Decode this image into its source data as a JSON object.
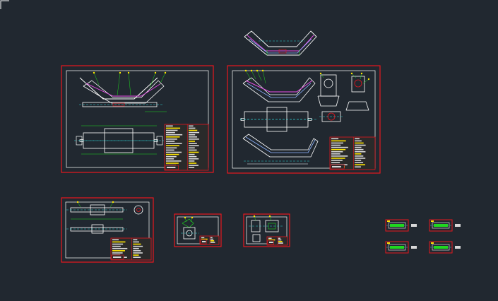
{
  "viewport": {
    "background": "#212830",
    "ucs_icon": "ucs-icon"
  },
  "colors": {
    "border": "#e8171e",
    "sheet_frame": "#ffffff",
    "geometry": "#ffffff",
    "centerline": "#2fd4d4",
    "trough_belt": "#e64de6",
    "roller": "#8db3ff",
    "dimension": "#1fd81f",
    "leader_dot": "#ffe600",
    "title_fill": "#d8d8d8",
    "title_accent": "#ffe600",
    "title_red": "#e8171e"
  },
  "drawings": [
    {
      "id": "trough-idler-isometric",
      "kind": "preview"
    },
    {
      "id": "sheet-1",
      "kind": "assembly-sheet"
    },
    {
      "id": "sheet-2",
      "kind": "assembly-sheet"
    },
    {
      "id": "sheet-3",
      "kind": "shaft-sheet"
    },
    {
      "id": "sheet-4",
      "kind": "bracket-sheet"
    },
    {
      "id": "sheet-5",
      "kind": "bracket-sheet"
    },
    {
      "id": "roller-detail-1",
      "kind": "roller"
    },
    {
      "id": "roller-detail-2",
      "kind": "roller"
    },
    {
      "id": "roller-detail-3",
      "kind": "roller"
    },
    {
      "id": "roller-detail-4",
      "kind": "roller"
    }
  ]
}
